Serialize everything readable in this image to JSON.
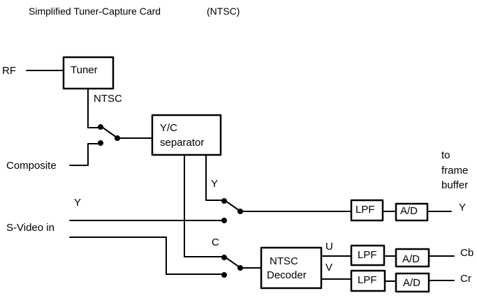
{
  "title": "Simplified Tuner-Capture Card",
  "title_note": "(NTSC)",
  "inputs": {
    "rf": "RF",
    "ntsc": "NTSC",
    "composite": "Composite",
    "svideo": "S-Video in",
    "svideo_y": "Y"
  },
  "blocks": {
    "tuner": "Tuner",
    "yc_line1": "Y/C",
    "yc_line2": "separator",
    "decoder_line1": "NTSC",
    "decoder_line2": "Decoder",
    "lpf": "LPF",
    "ad": "A/D"
  },
  "signals": {
    "y_sep": "Y",
    "c_sep": "C",
    "u": "U",
    "v": "V",
    "y_out": "Y",
    "cb_out": "Cb",
    "cr_out": "Cr"
  },
  "destination": {
    "line1": "to",
    "line2": "frame",
    "line3": "buffer"
  },
  "colors": {
    "ink": "#000000",
    "background": "#ffffff"
  }
}
